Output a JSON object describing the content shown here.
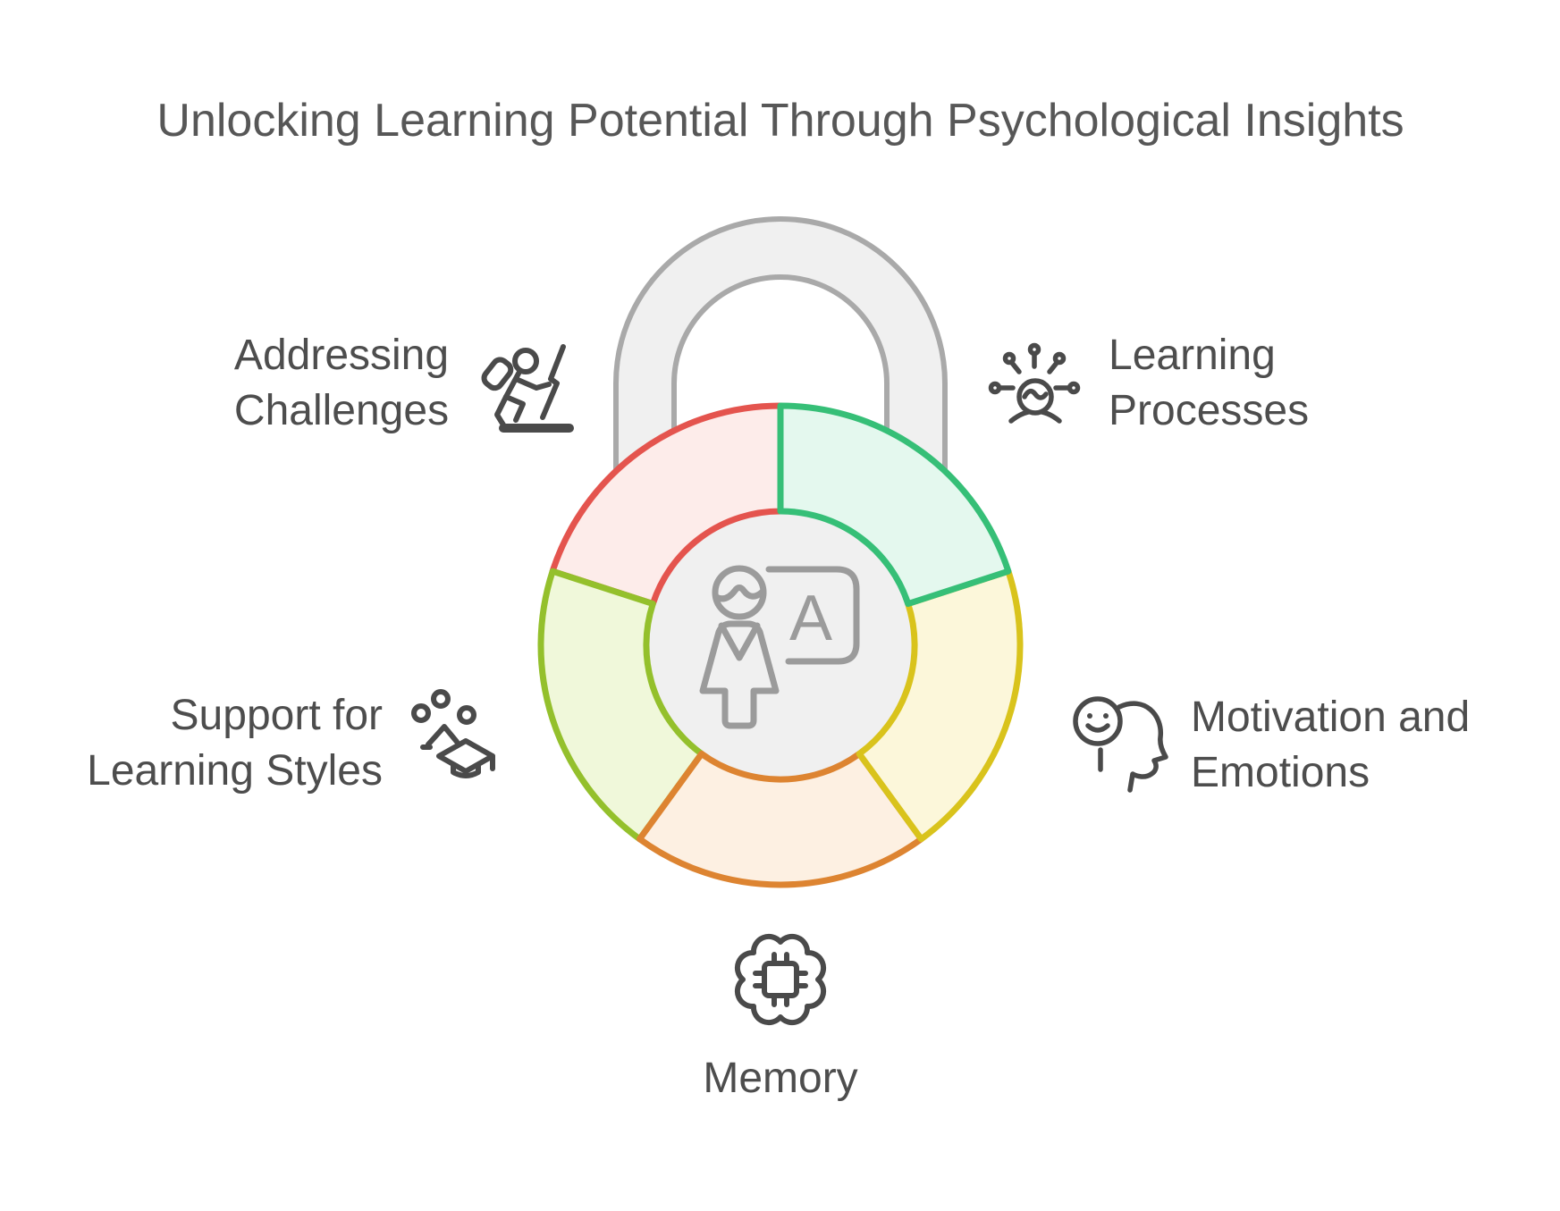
{
  "title": "Unlocking Learning Potential Through Psychological Insights",
  "board_letter": "A",
  "colors": {
    "background": "#ffffff",
    "title": "#575757",
    "label": "#4d4d4d",
    "side_icon": "#4a4a4a",
    "center_icon": "#9b9b9b"
  },
  "lock": {
    "body_fill": "#f0f0f0",
    "body_stroke": "#a9a9a9"
  },
  "segments": [
    {
      "label_lines": [
        "Addressing",
        "Challenges"
      ],
      "icon": "climbing-person",
      "stroke_color": "#e4544e",
      "fill_color": "#fdecea",
      "position": "top-left"
    },
    {
      "label_lines": [
        "Learning",
        "Processes"
      ],
      "icon": "brainstorm-head",
      "stroke_color": "#36bf77",
      "fill_color": "#e4f8ee",
      "position": "top-right"
    },
    {
      "label_lines": [
        "Motivation and",
        "Emotions"
      ],
      "icon": "head-with-smiley",
      "stroke_color": "#d9c31c",
      "fill_color": "#fcf7da",
      "position": "right"
    },
    {
      "label_lines": [
        "Memory"
      ],
      "icon": "brain-chip",
      "stroke_color": "#dd8431",
      "fill_color": "#fdf0e2",
      "position": "bottom"
    },
    {
      "label_lines": [
        "Support for",
        "Learning Styles"
      ],
      "icon": "people-graduation-cap",
      "stroke_color": "#94c02c",
      "fill_color": "#f0f8da",
      "position": "left"
    }
  ]
}
